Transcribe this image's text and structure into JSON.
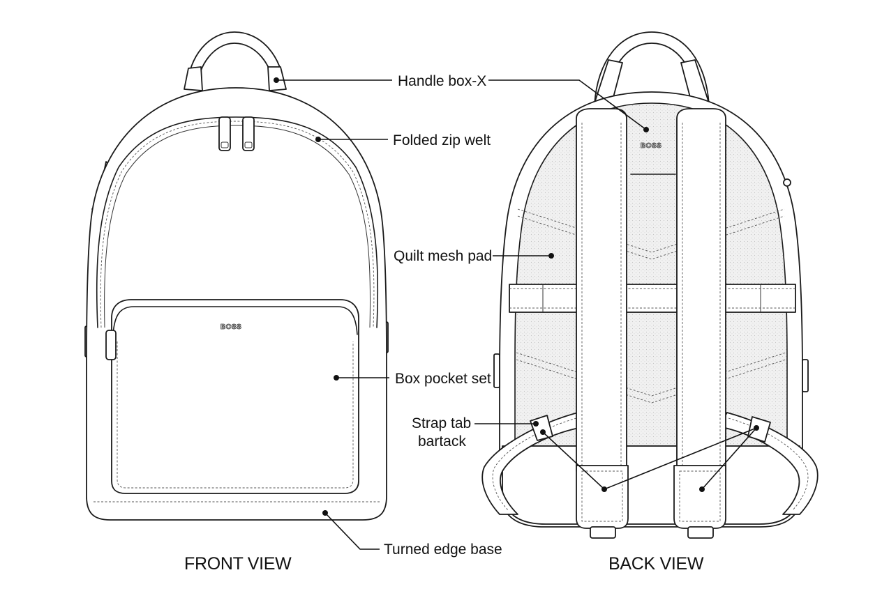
{
  "views": {
    "front": "FRONT VIEW",
    "back": "BACK VIEW"
  },
  "logo_text": "BOSS",
  "callouts": {
    "handle": "Handle box-X",
    "zip_welt": "Folded zip welt",
    "mesh_pad": "Quilt mesh pad",
    "pocket": "Box pocket set",
    "strap_tab_1": "Strap tab",
    "strap_tab_2": "bartack",
    "base": "Turned edge base"
  }
}
